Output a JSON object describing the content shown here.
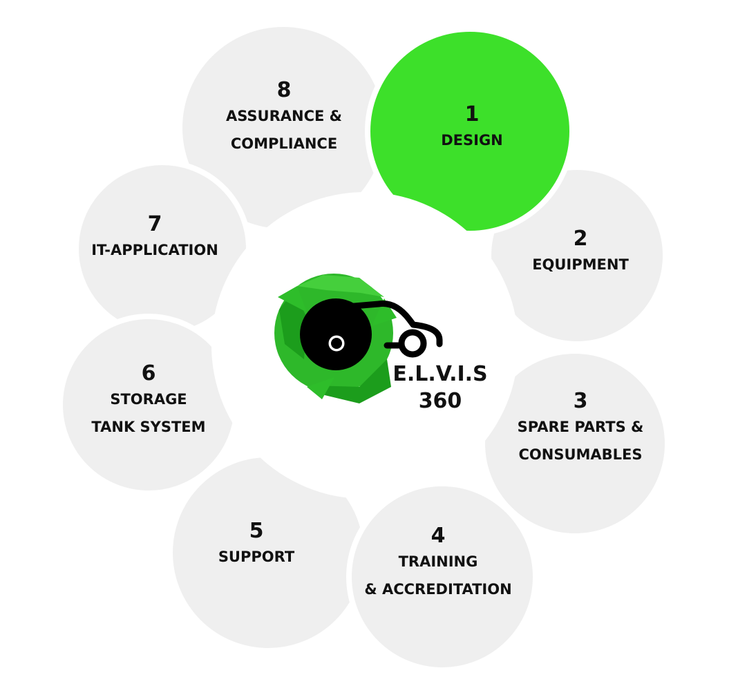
{
  "colors": {
    "segment_default": "#efefef",
    "segment_active": "#3de02a",
    "border": "#ffffff",
    "logo_green_dark": "#1fa51f",
    "logo_green_light": "#3fc73a",
    "logo_black": "#000000"
  },
  "active_segment": 1,
  "logo": {
    "name": "E.L.V.I.S",
    "number": "360"
  },
  "segments": [
    {
      "id": 1,
      "number": "1",
      "lines": [
        "DESIGN"
      ]
    },
    {
      "id": 2,
      "number": "2",
      "lines": [
        "EQUIPMENT"
      ]
    },
    {
      "id": 3,
      "number": "3",
      "lines": [
        "SPARE PARTS &",
        "CONSUMABLES"
      ]
    },
    {
      "id": 4,
      "number": "4",
      "lines": [
        "TRAINING",
        "& ACCREDITATION"
      ]
    },
    {
      "id": 5,
      "number": "5",
      "lines": [
        "SUPPORT"
      ]
    },
    {
      "id": 6,
      "number": "6",
      "lines": [
        "STORAGE",
        "TANK SYSTEM"
      ]
    },
    {
      "id": 7,
      "number": "7",
      "lines": [
        "IT-APPLICATION"
      ]
    },
    {
      "id": 8,
      "number": "8",
      "lines": [
        "ASSURANCE &",
        "COMPLIANCE"
      ]
    }
  ]
}
